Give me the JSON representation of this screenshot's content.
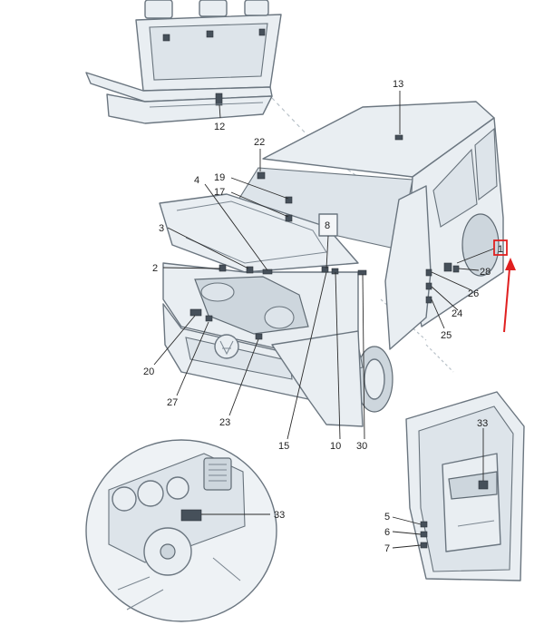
{
  "diagram": {
    "callouts": {
      "c1": "1",
      "c2": "2",
      "c3": "3",
      "c4": "4",
      "c5": "5",
      "c6": "6",
      "c7": "7",
      "c8": "8",
      "c10": "10",
      "c12": "12",
      "c13": "13",
      "c15": "15",
      "c17": "17",
      "c19": "19",
      "c20": "20",
      "c22": "22",
      "c23": "23",
      "c24": "24",
      "c25": "25",
      "c26": "26",
      "c27": "27",
      "c28": "28",
      "c30": "30",
      "c33a": "33",
      "c33b": "33"
    },
    "colors": {
      "line": "#6b7680",
      "body_fill": "#e9eef2",
      "highlight": "#e02020",
      "text": "#1f1f1f"
    }
  }
}
